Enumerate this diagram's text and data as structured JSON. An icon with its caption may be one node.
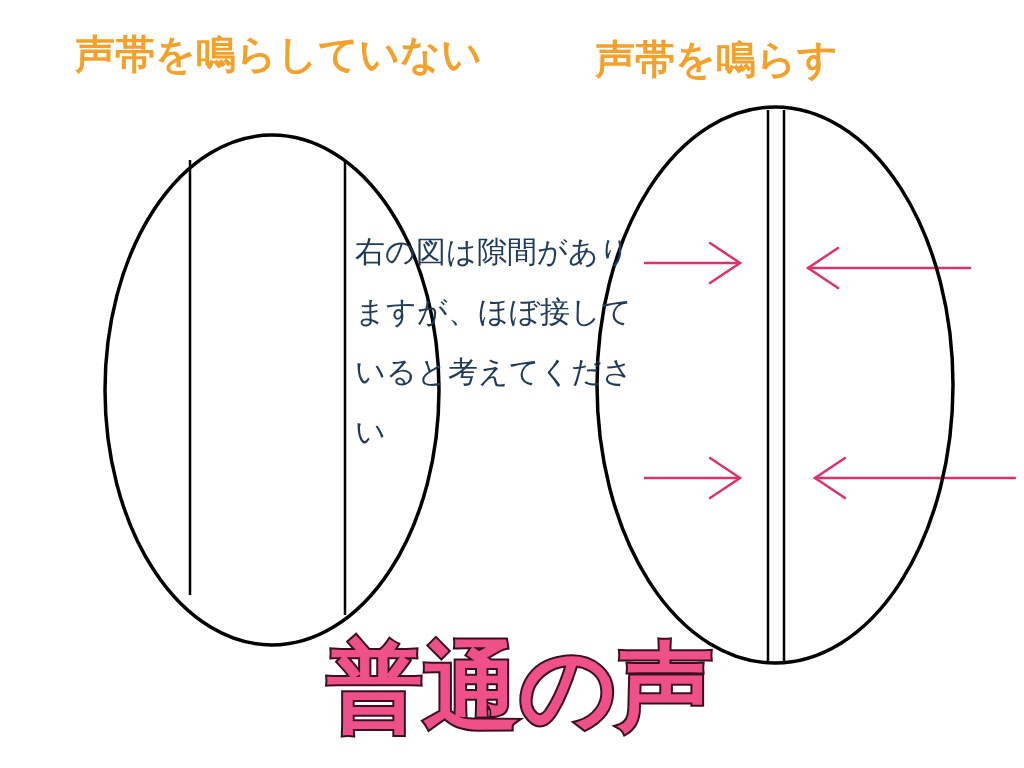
{
  "diagram": {
    "title": "普通の声",
    "nodes": [
      {
        "text": [
          "声帯を鳴らしていない"
        ]
      },
      {
        "text": [
          "声帯を鳴らす"
        ]
      }
    ],
    "labels": [
      "右の図は隙間がありますが、ほぼ接していると考えてください"
    ]
  }
}
